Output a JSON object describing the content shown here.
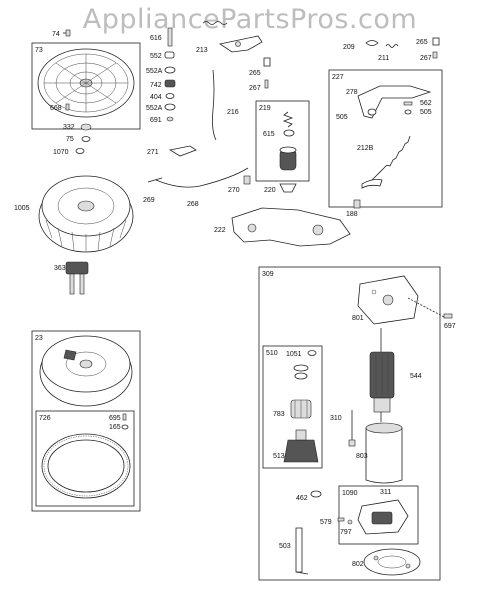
{
  "watermark": "AppliancePartsPros.com",
  "group_boxes": {
    "b73": "73",
    "b219": "219",
    "b227": "227",
    "b309": "309",
    "b510": "510",
    "b1090": "1090",
    "b23": "23",
    "b726": "726"
  },
  "parts": {
    "p74": "74",
    "p616": "616",
    "p552": "552",
    "p552a_1": "552A",
    "p742": "742",
    "p404": "404",
    "p552a_2": "552A",
    "p691": "691",
    "p213": "213",
    "p265_a": "265",
    "p267_a": "267",
    "p209": "209",
    "p211": "211",
    "p265_b": "265",
    "p267_b": "267",
    "p668": "668",
    "p332": "332",
    "p75": "75",
    "p1070": "1070",
    "p216": "216",
    "p615": "615",
    "p278": "278",
    "p505": "505",
    "p562": "562",
    "p505b": "505",
    "p212b": "212B",
    "p271": "271",
    "p270": "270",
    "p220": "220",
    "p269": "269",
    "p268": "268",
    "p188": "188",
    "p1005": "1005",
    "p222": "222",
    "p363": "363",
    "p801": "801",
    "p697": "697",
    "p1051": "1051",
    "p544": "544",
    "p783": "783",
    "p310": "310",
    "p513": "513",
    "p803": "803",
    "p462": "462",
    "p311": "311",
    "p579": "579",
    "p797": "797",
    "p503": "503",
    "p802": "802",
    "p695": "695",
    "p165": "165"
  }
}
